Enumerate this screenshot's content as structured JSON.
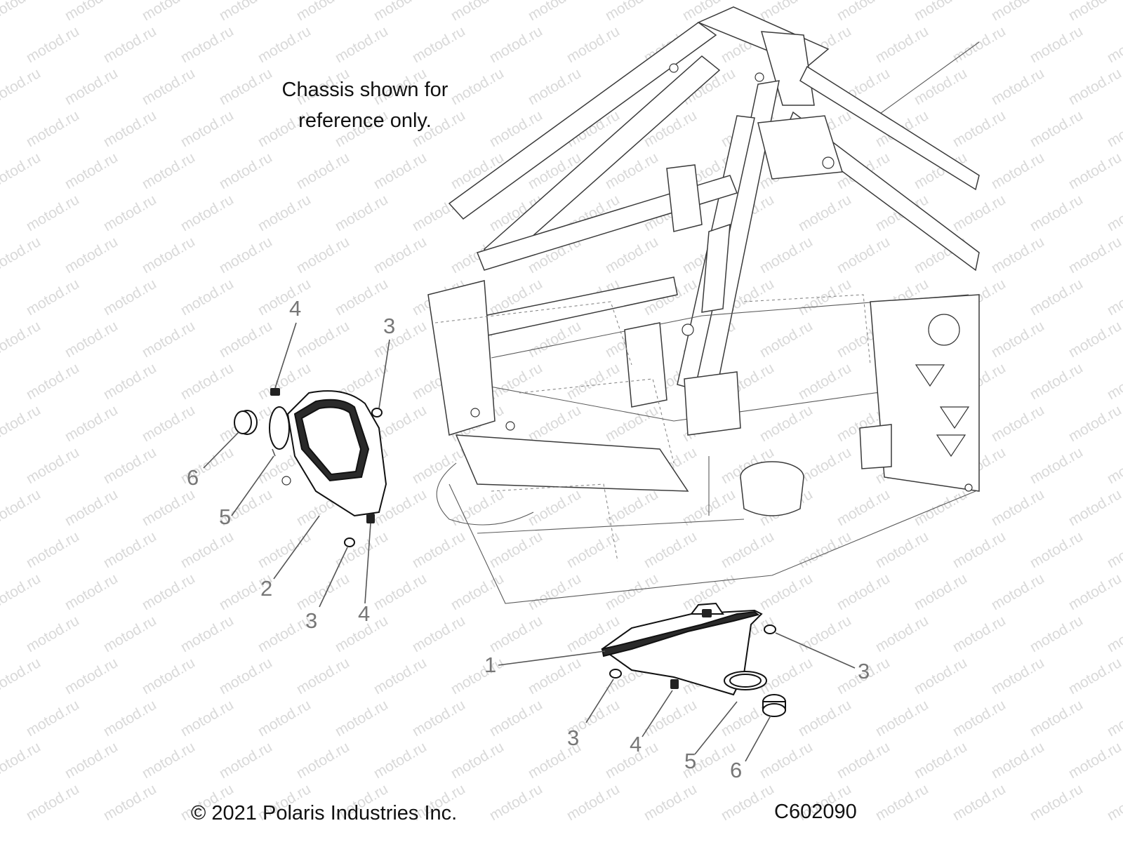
{
  "diagram": {
    "note_lines": [
      "Chassis shown for",
      "reference only."
    ],
    "copyright": "© 2021 Polaris Industries Inc.",
    "drawing_code": "C602090",
    "watermark": "motod.ru",
    "callouts": {
      "left": {
        "c4_top": "4",
        "c3_top": "3",
        "c6": "6",
        "c5": "5",
        "c2": "2",
        "c3_bottom": "3",
        "c4_bottom": "4"
      },
      "right": {
        "c1": "1",
        "c3_right": "3",
        "c3_left": "3",
        "c4": "4",
        "c5": "5",
        "c6": "6"
      }
    }
  }
}
